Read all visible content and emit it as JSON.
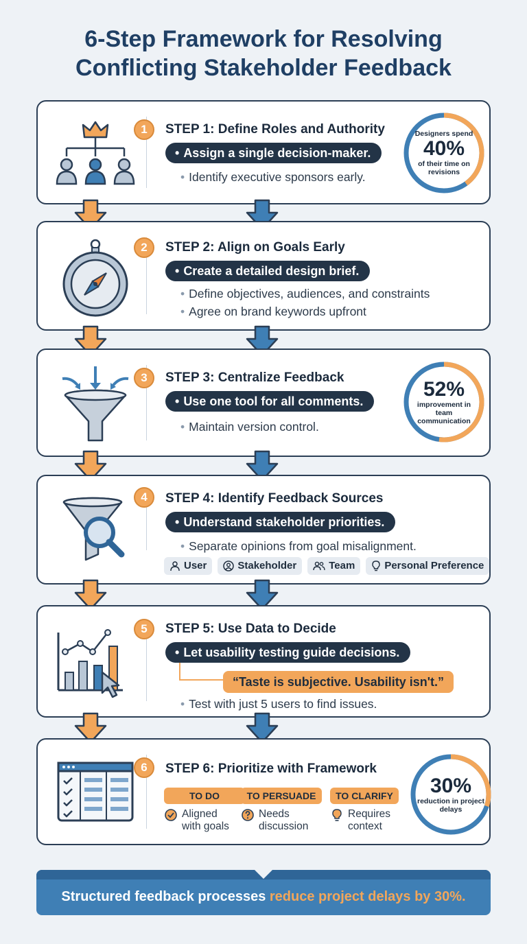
{
  "title_line1": "6-Step Framework for Resolving",
  "title_line2": "Conflicting Stakeholder Feedback",
  "colors": {
    "accent": "#f2a65a",
    "navy": "#233447",
    "blue": "#3f7fb5",
    "arrow_blue": "#2f6597"
  },
  "steps": [
    {
      "number": "1",
      "title": "STEP 1: Define Roles and Authority",
      "highlight": "Assign a single decision-maker.",
      "bullets": [
        "Identify executive sponsors early."
      ],
      "icon": "crown-hierarchy-icon",
      "stat": {
        "pre": "Designers spend",
        "value": "40%",
        "post": "of their time on revisions",
        "fraction": 0.4
      }
    },
    {
      "number": "2",
      "title": "STEP 2: Align on Goals Early",
      "highlight": "Create a detailed design brief.",
      "bullets": [
        "Define objectives, audiences, and constraints",
        "Agree on brand keywords upfront"
      ],
      "icon": "compass-icon"
    },
    {
      "number": "3",
      "title": "STEP 3: Centralize Feedback",
      "highlight": "Use one tool for all comments.",
      "bullets": [
        "Maintain version control."
      ],
      "icon": "funnel-arrows-icon",
      "stat": {
        "value": "52%",
        "post": "improvement in team communication",
        "fraction": 0.52
      }
    },
    {
      "number": "4",
      "title": "STEP 4: Identify Feedback Sources",
      "highlight": "Understand stakeholder priorities.",
      "bullets": [
        "Separate opinions from goal misalignment."
      ],
      "icon": "funnel-magnifier-icon",
      "tags": [
        {
          "label": "User",
          "icon": "user-icon"
        },
        {
          "label": "Stakeholder",
          "icon": "stakeholder-icon"
        },
        {
          "label": "Team",
          "icon": "team-icon"
        },
        {
          "label": "Personal Preference",
          "icon": "lightbulb-icon"
        }
      ]
    },
    {
      "number": "5",
      "title": "STEP 5: Use Data to Decide",
      "highlight": "Let usability testing guide decisions.",
      "quote": "“Taste is subjective. Usability isn't.”",
      "bullets": [
        "Test with just 5 users to find issues."
      ],
      "icon": "chart-cursor-icon"
    },
    {
      "number": "6",
      "title": "STEP 6: Prioritize with Framework",
      "icon": "checklist-board-icon",
      "categories": [
        {
          "label": "TO DO",
          "text_1": "Aligned",
          "text_2": "with goals",
          "icon": "check-circle-icon"
        },
        {
          "label": "TO PERSUADE",
          "text_1": "Needs",
          "text_2": "discussion",
          "icon": "question-circle-icon"
        },
        {
          "label": "TO CLARIFY",
          "text_1": "Requires",
          "text_2": "context",
          "icon": "lightbulb-icon"
        }
      ],
      "stat": {
        "value": "30%",
        "post": "reduction in project delays",
        "fraction": 0.3
      }
    }
  ],
  "footer": {
    "text_plain": "Structured feedback processes ",
    "text_highlight": "reduce project delays by 30%."
  }
}
